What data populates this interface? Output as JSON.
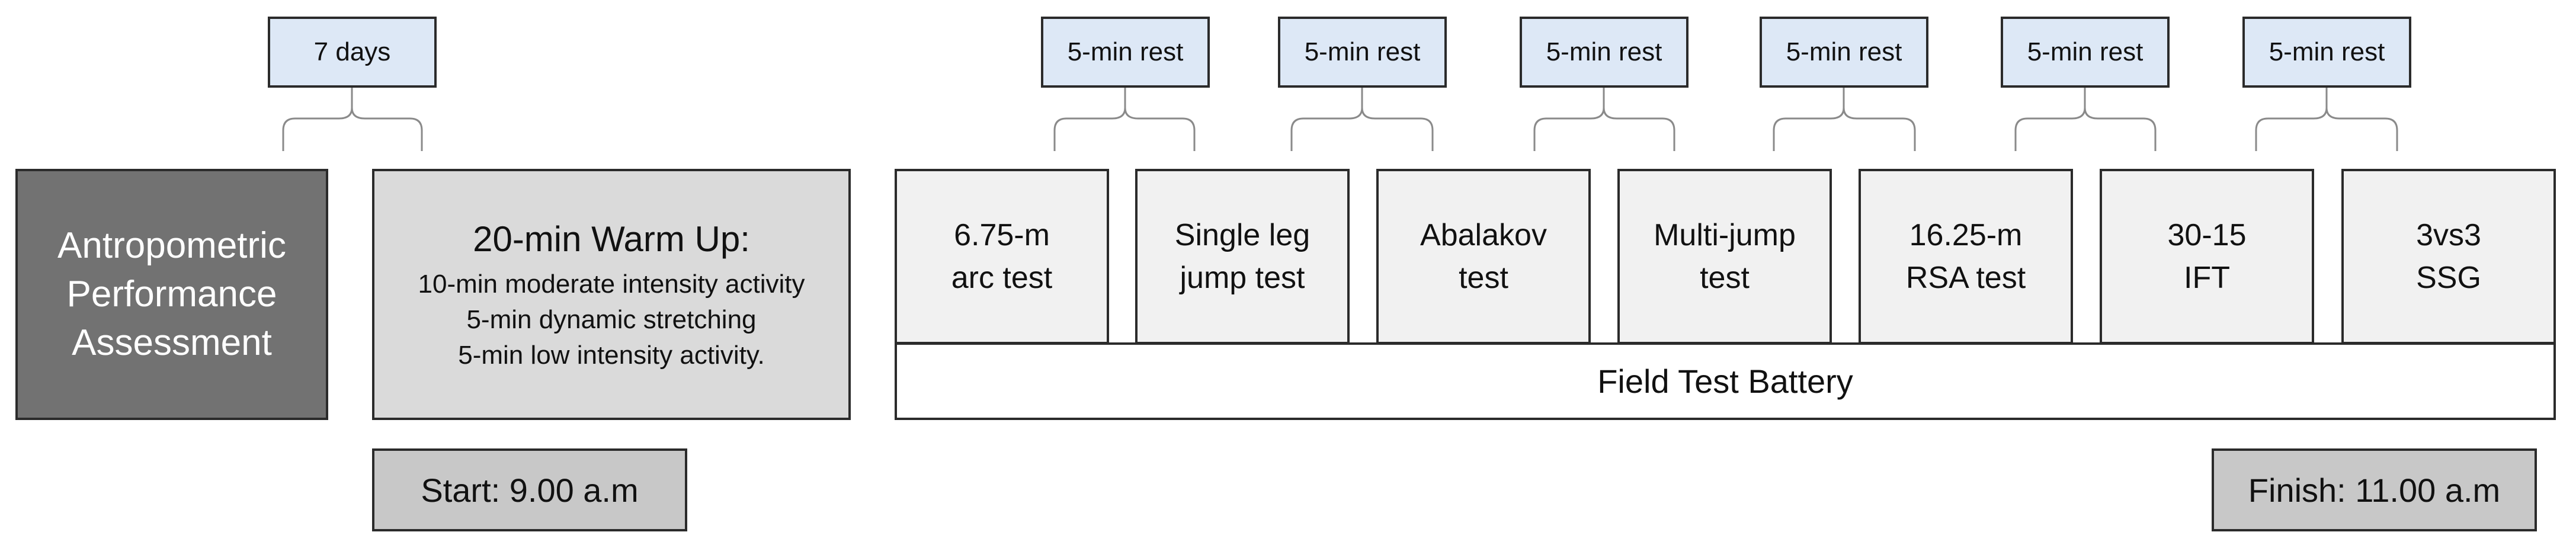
{
  "stages": {
    "assessment": [
      "Antropometric",
      "Performance",
      "Assessment"
    ],
    "interval": "7 days",
    "warmup": {
      "title": "20-min Warm Up:",
      "lines": [
        "10-min moderate intensity activity",
        "5-min dynamic stretching",
        "5-min low intensity activity."
      ]
    }
  },
  "tests": [
    {
      "line1": "6.75-m",
      "line2": "arc test"
    },
    {
      "line1": "Single leg",
      "line2": "jump test"
    },
    {
      "line1": "Abalakov",
      "line2": "test"
    },
    {
      "line1": "Multi-jump",
      "line2": "test"
    },
    {
      "line1": "16.25-m",
      "line2": "RSA test"
    },
    {
      "line1": "30-15",
      "line2": "IFT"
    },
    {
      "line1": "3vs3",
      "line2": "SSG"
    }
  ],
  "rest_label": [
    "5-min rest",
    "5-min rest",
    "5-min rest",
    "5-min rest",
    "5-min rest",
    "5-min rest"
  ],
  "battery_label": "Field Test Battery",
  "start_label": "Start: 9.00 a.m",
  "finish_label": "Finish: 11.00 a.m"
}
